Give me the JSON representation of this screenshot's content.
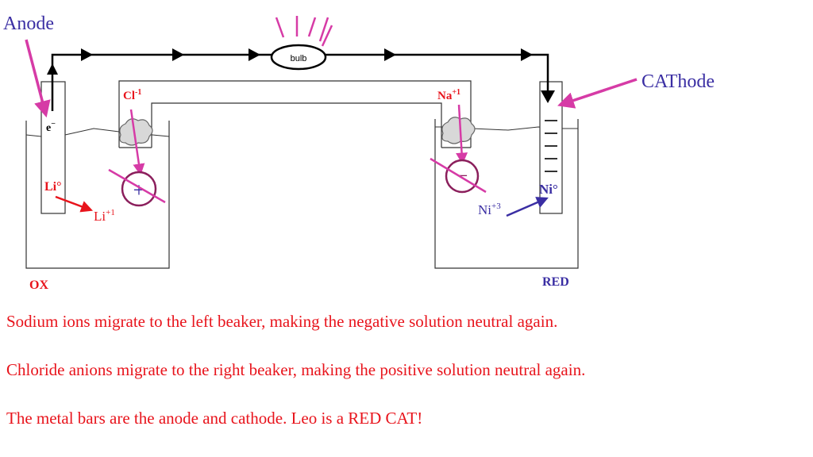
{
  "colors": {
    "red": "#e8141c",
    "blue": "#3a2ea3",
    "magenta": "#d63ba6",
    "purple": "#8b1f5c",
    "black": "#000000",
    "gray": "#555555"
  },
  "labels": {
    "anode": "Anode",
    "cathode": "CAThode",
    "bulb": "bulb",
    "electron": "e",
    "electron_charge": "−",
    "chloride": "Cl",
    "chloride_charge": "-1",
    "sodium": "Na",
    "sodium_charge": "+1",
    "lithium_metal": "Li°",
    "lithium_ion": "Li",
    "lithium_ion_charge": "+1",
    "nickel_metal": "Ni°",
    "nickel_ion": "Ni",
    "nickel_ion_charge": "+3",
    "left_sign": "+",
    "right_sign": "−",
    "ox": "OX",
    "red": "RED"
  },
  "notes": [
    "Sodium ions migrate to the left beaker, making the negative solution neutral again.",
    "Chloride anions migrate to the right beaker, making the positive solution neutral again.",
    "The metal bars are the anode and cathode.  Leo is a RED CAT!"
  ],
  "icons": {
    "bulb": "bulb-icon",
    "cotton_plug": "cotton-plug-icon",
    "flow_arrow": "arrow-right-icon"
  }
}
